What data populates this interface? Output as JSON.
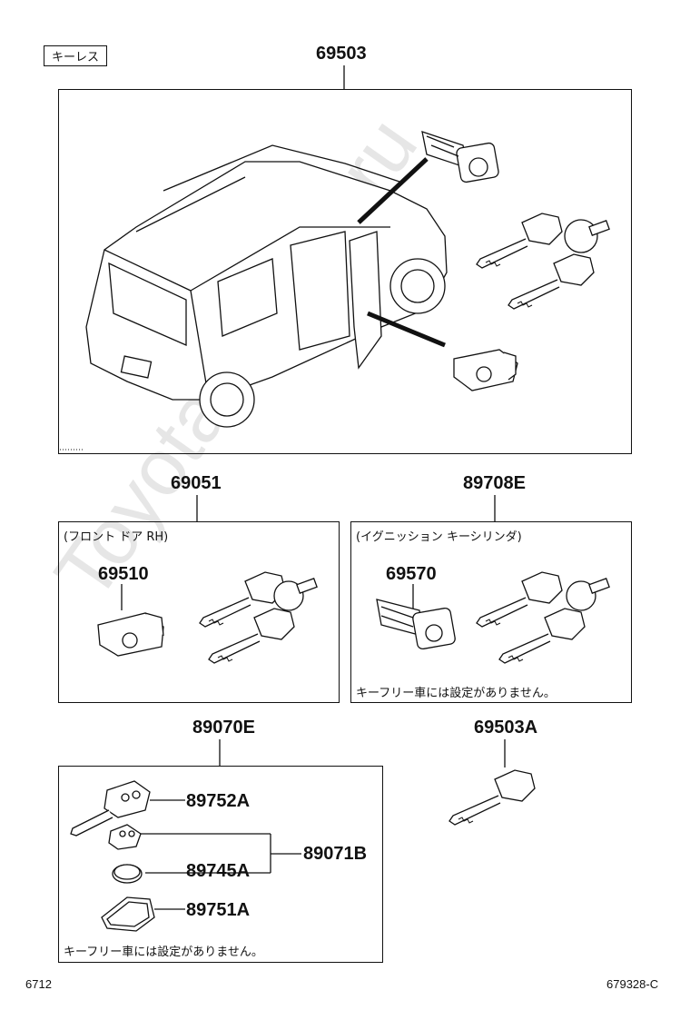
{
  "watermark": "ToyotaCarMir.ru",
  "keyless_tag": "キーレス",
  "parts": {
    "main_assembly": "69503",
    "front_door": "69051",
    "front_door_cyl": "69510",
    "ignition": "89708E",
    "ignition_cyl": "69570",
    "transmitter_set": "89070E",
    "key_head": "89752A",
    "battery": "89745A",
    "cover": "89751A",
    "sub_assembly": "89071B",
    "blank_key": "69503A"
  },
  "notes": {
    "front_door_label": "(フロント ドア RH)",
    "ignition_label": "(イグニッション キーシリンダ)",
    "keyfree_note_1": "キーフリー車には設定がありません。",
    "keyfree_note_2": "キーフリー車には設定がありません。"
  },
  "footer": {
    "left": "6712",
    "right": "679328-C"
  }
}
